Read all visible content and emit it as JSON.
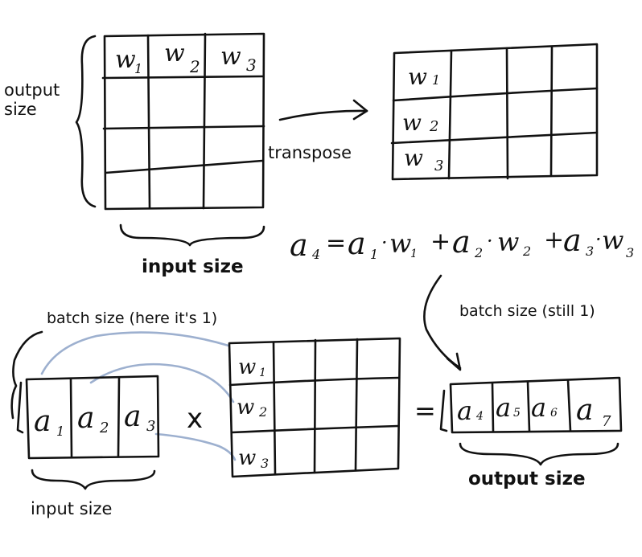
{
  "labels": {
    "output_size_top": "output\nsize",
    "transpose": "transpose",
    "input_size_top": "input size",
    "batch_size_left": "batch size (here it's 1)",
    "batch_size_right": "batch size (still 1)",
    "input_size_bottom": "input size",
    "output_size_bottom": "output size"
  },
  "equation": {
    "lhs": "a",
    "lhs_sub": "4",
    "equals": "=",
    "terms": [
      {
        "a": "a",
        "a_sub": "1",
        "dot": "·",
        "w": "w",
        "w_sub": "1"
      },
      {
        "a": "a",
        "a_sub": "2",
        "dot": "·",
        "w": "w",
        "w_sub": "2"
      },
      {
        "a": "a",
        "a_sub": "3",
        "dot": "·",
        "w": "w",
        "w_sub": "3"
      }
    ],
    "plus": "+"
  },
  "matrices": {
    "top_left_header": [
      "w",
      "w",
      "w"
    ],
    "top_left_header_subs": [
      "1",
      "2",
      "3"
    ],
    "top_right_rows": [
      "w",
      "w",
      "w"
    ],
    "top_right_rows_subs": [
      "1",
      "2",
      "3"
    ],
    "bottom_input": [
      "a",
      "a",
      "a"
    ],
    "bottom_input_subs": [
      "1",
      "2",
      "3"
    ],
    "bottom_weights": [
      "w",
      "w",
      "w"
    ],
    "bottom_weights_subs": [
      "1",
      "2",
      "3"
    ],
    "bottom_output": [
      "a",
      "a",
      "a",
      "a"
    ],
    "bottom_output_subs": [
      "4",
      "5",
      "6",
      "7"
    ]
  },
  "operators": {
    "times": "x",
    "equals": "="
  }
}
